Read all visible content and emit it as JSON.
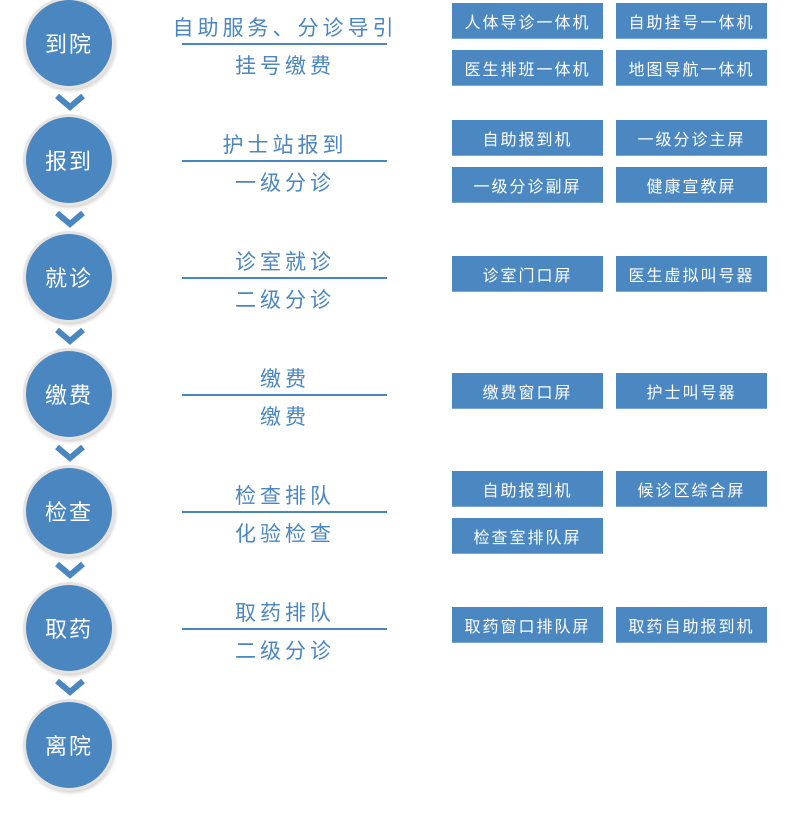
{
  "colors": {
    "primary": "#4a86c0"
  },
  "stages": [
    {
      "step": "到院",
      "top": "自助服务、分诊导引",
      "bottom": "挂号缴费",
      "devices": [
        [
          "人体导诊一体机",
          "自助挂号一体机"
        ],
        [
          "医生排班一体机",
          "地图导航一体机"
        ]
      ]
    },
    {
      "step": "报到",
      "top": "护士站报到",
      "bottom": "一级分诊",
      "devices": [
        [
          "自助报到机",
          "一级分诊主屏"
        ],
        [
          "一级分诊副屏",
          "健康宣教屏"
        ]
      ]
    },
    {
      "step": "就诊",
      "top": "诊室就诊",
      "bottom": "二级分诊",
      "devices": [
        [
          "诊室门口屏",
          "医生虚拟叫号器"
        ]
      ]
    },
    {
      "step": "缴费",
      "top": "缴费",
      "bottom": "缴费",
      "devices": [
        [
          "缴费窗口屏",
          "护士叫号器"
        ]
      ]
    },
    {
      "step": "检查",
      "top": "检查排队",
      "bottom": "化验检查",
      "devices": [
        [
          "自助报到机",
          "候诊区综合屏"
        ],
        [
          "检查室排队屏"
        ]
      ]
    },
    {
      "step": "取药",
      "top": "取药排队",
      "bottom": "二级分诊",
      "devices": [
        [
          "取药窗口排队屏",
          "取药自助报到机"
        ]
      ]
    },
    {
      "step": "离院"
    }
  ]
}
